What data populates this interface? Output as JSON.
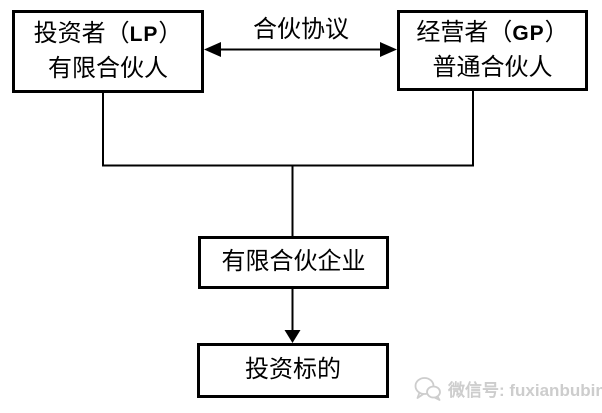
{
  "diagram": {
    "agreement_label": "合伙协议",
    "nodes": {
      "lp": {
        "name_pre": "投资者（",
        "name_abbr": "LP",
        "name_post": "）",
        "subtitle": "有限合伙人"
      },
      "gp": {
        "name_pre": "经营者（",
        "name_abbr": "GP",
        "name_post": "）",
        "subtitle": "普通合伙人"
      },
      "partnership": {
        "label": "有限合伙企业"
      },
      "target": {
        "label": "投资标的"
      }
    },
    "colors": {
      "line": "#000000",
      "box_border": "#000000",
      "watermark": "#cdcdcd"
    }
  },
  "watermark": {
    "icon": "wechat-icon",
    "text": "微信号: fuxianbubin"
  }
}
